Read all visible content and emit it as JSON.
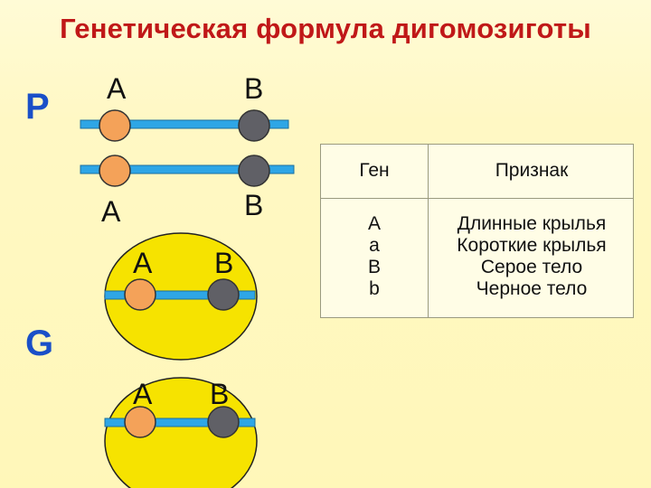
{
  "title": "Генетическая формула дигомозиготы",
  "parent_label": "P",
  "gamete_label": "G",
  "chromosomes": {
    "top_left_gene": "A",
    "top_right_gene": "B",
    "bottom_left_gene": "A",
    "bottom_right_gene": "B"
  },
  "gametes": [
    {
      "left_gene": "A",
      "right_gene": "B"
    },
    {
      "left_gene": "A",
      "right_gene": "B"
    }
  ],
  "table": {
    "headers": {
      "gene": "Ген",
      "trait": "Признак"
    },
    "rows": [
      {
        "gene": "A",
        "trait": "Длинные крылья"
      },
      {
        "gene": "a",
        "trait": "Короткие крылья"
      },
      {
        "gene": "B",
        "trait": "Серое тело"
      },
      {
        "gene": "b",
        "trait": "Черное тело"
      }
    ]
  },
  "colors": {
    "title": "#c01818",
    "letters": "#1a4fc8",
    "chromosome": "#2ea6e6",
    "gene_dominant_A": "#f4a259",
    "gene_dominant_B": "#606066",
    "gamete_fill": "#f6e300"
  }
}
